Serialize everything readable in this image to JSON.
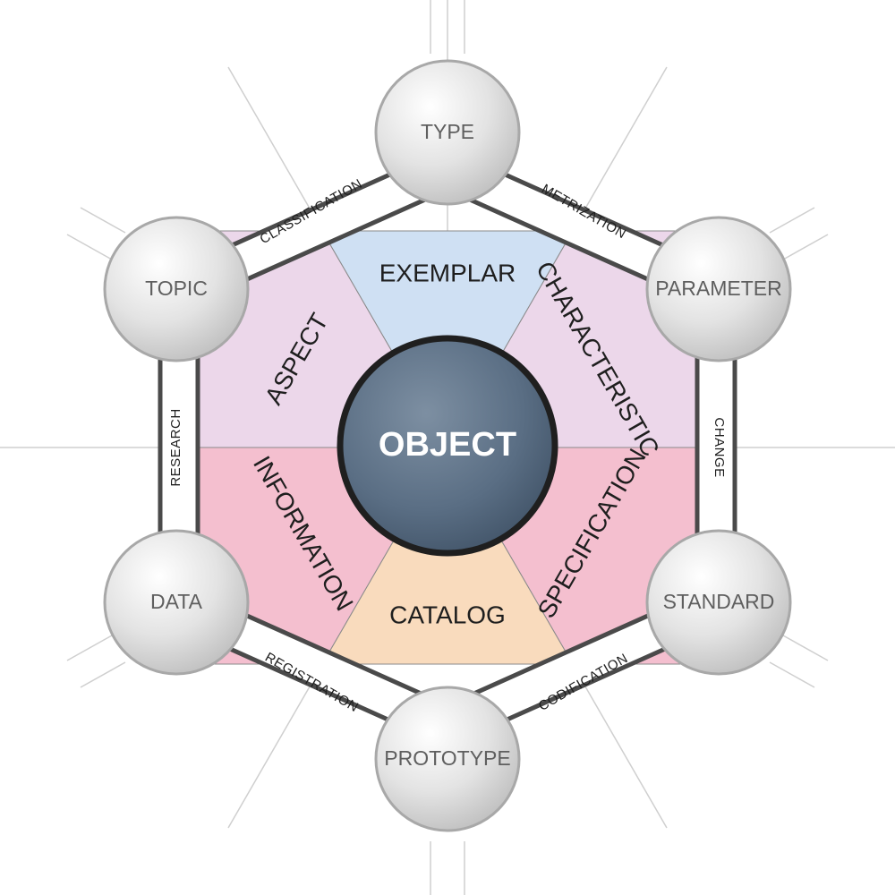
{
  "center": {
    "label": "OBJECT",
    "fill": "#52677e",
    "stroke": "#1f1f1f"
  },
  "nodes": {
    "top": {
      "label": "TYPE"
    },
    "upper_right": {
      "label": "PARAMETER"
    },
    "lower_right": {
      "label": "STANDARD"
    },
    "bottom": {
      "label": "PROTOTYPE"
    },
    "lower_left": {
      "label": "DATA"
    },
    "upper_left": {
      "label": "TOPIC"
    }
  },
  "segments": {
    "top": {
      "label": "EXEMPLAR",
      "color": "#cfe0f3"
    },
    "upper_right": {
      "label": "CHARACTERISTIC",
      "color": "#ecd7ea"
    },
    "lower_right": {
      "label": "SPECIFICATION",
      "color": "#f4bfcf"
    },
    "bottom": {
      "label": "CATALOG",
      "color": "#f9dbbd"
    },
    "lower_left": {
      "label": "INFORMATION",
      "color": "#f4bfcf"
    },
    "upper_left": {
      "label": "ASPECT",
      "color": "#ecd7ea"
    }
  },
  "edges": {
    "top_left": {
      "label": "CLASSIFICATION"
    },
    "top_right": {
      "label": "METRIZATION"
    },
    "right": {
      "label": "CHANGE"
    },
    "bottom_right": {
      "label": "CODIFICATION"
    },
    "bottom_left": {
      "label": "REGISTRATION"
    },
    "left": {
      "label": "RESEARCH"
    }
  },
  "colors": {
    "edge_band": "#ffffff",
    "edge_stroke": "#4a4a4a",
    "rays": "#cfcfcf",
    "node_shade": "#bdbdbd"
  }
}
